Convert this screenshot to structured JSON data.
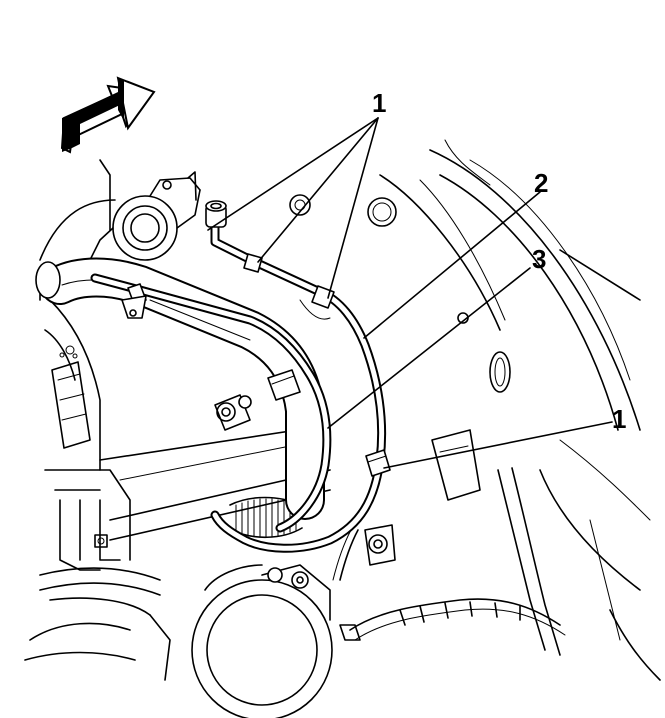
{
  "callouts": {
    "label_1_top": "1",
    "label_2": "2",
    "label_3": "3",
    "label_1_right": "1"
  },
  "icons": {
    "direction_arrow": "forward-arrow-icon"
  },
  "colors": {
    "line": "#000000",
    "background": "#ffffff",
    "arrow_fill": "#000000"
  }
}
